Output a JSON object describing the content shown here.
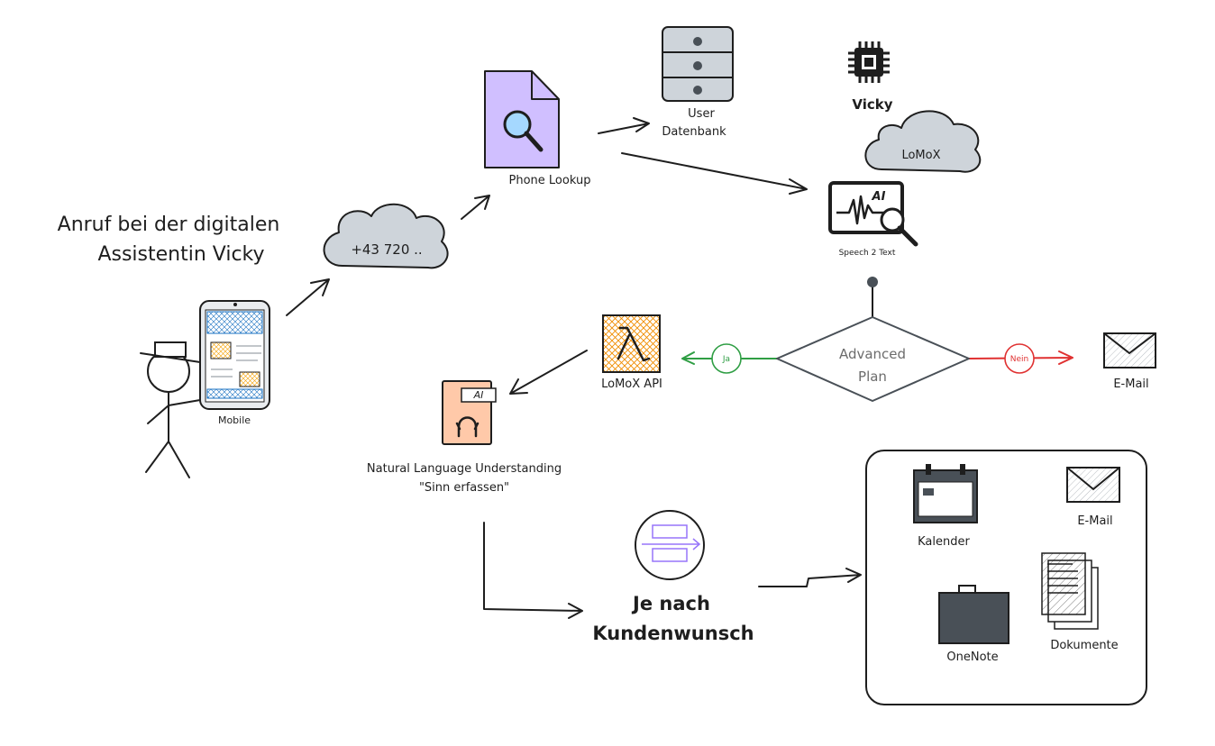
{
  "caller": {
    "heading_line1": "Anruf bei der digitalen",
    "heading_line2": "Assistentin Vicky",
    "device_label": "Mobile"
  },
  "phone_number": "+43 720 ..",
  "phone_lookup": {
    "label": "Phone Lookup"
  },
  "user_db": {
    "label_line1": "User",
    "label_line2": "Datenbank"
  },
  "vicky": {
    "label": "Vicky"
  },
  "lomox_cloud": {
    "label": "LoMoX"
  },
  "speech2text": {
    "badge": "AI",
    "label": "Speech 2 Text"
  },
  "decision": {
    "line1": "Advanced",
    "line2": "Plan",
    "yes": "Ja",
    "no": "Nein"
  },
  "lomox_api": {
    "label": "LoMoX API"
  },
  "email_out": {
    "label": "E-Mail"
  },
  "nlu": {
    "badge": "AI",
    "label_line1": "Natural Language Understanding",
    "label_line2": "\"Sinn erfassen\""
  },
  "router": {
    "label_line1": "Je nach",
    "label_line2": "Kundenwunsch"
  },
  "targets": {
    "calendar": "Kalender",
    "email": "E-Mail",
    "onenote": "OneNote",
    "documents": "Dokumente"
  },
  "colors": {
    "stroke": "#1e1e1e",
    "cloud_fill": "#ced4da",
    "doc_fill": "#d0bfff",
    "nlu_fill": "#ffc9a9",
    "lambda_fill": "#f08c00",
    "yes_green": "#2f9e44",
    "no_red": "#e03131",
    "decision_text": "#6c6c6c"
  }
}
